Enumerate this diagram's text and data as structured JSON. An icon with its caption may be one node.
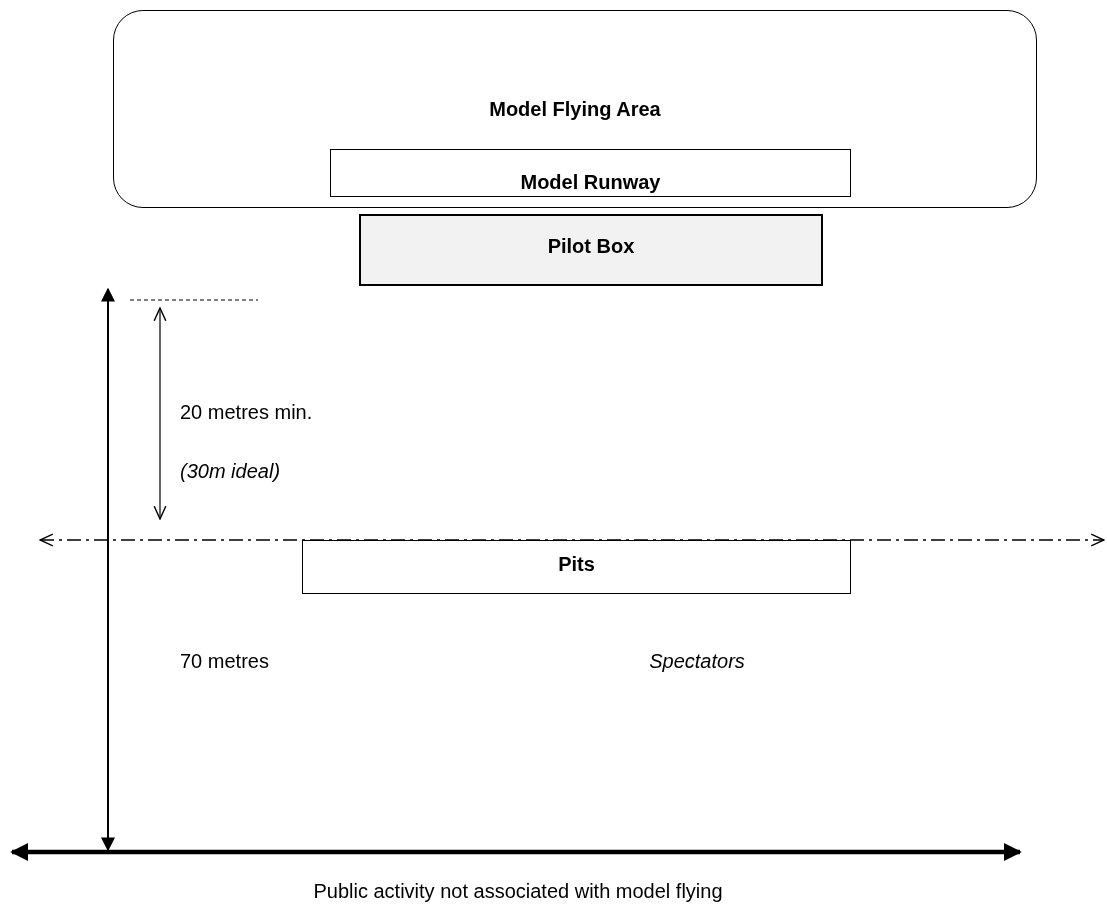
{
  "diagram": {
    "nodes": [
      {
        "text": [
          "Model Flying Area"
        ]
      },
      {
        "text": [
          "Model Runway"
        ],
        "in": 0
      },
      {
        "text": [
          "Pilot Box"
        ]
      },
      {
        "text": [
          "Pits"
        ]
      }
    ],
    "labels": [
      "20 metres min.",
      "(30m ideal)",
      "70 metres",
      "Spectators",
      "Public activity not associated with model flying"
    ]
  }
}
